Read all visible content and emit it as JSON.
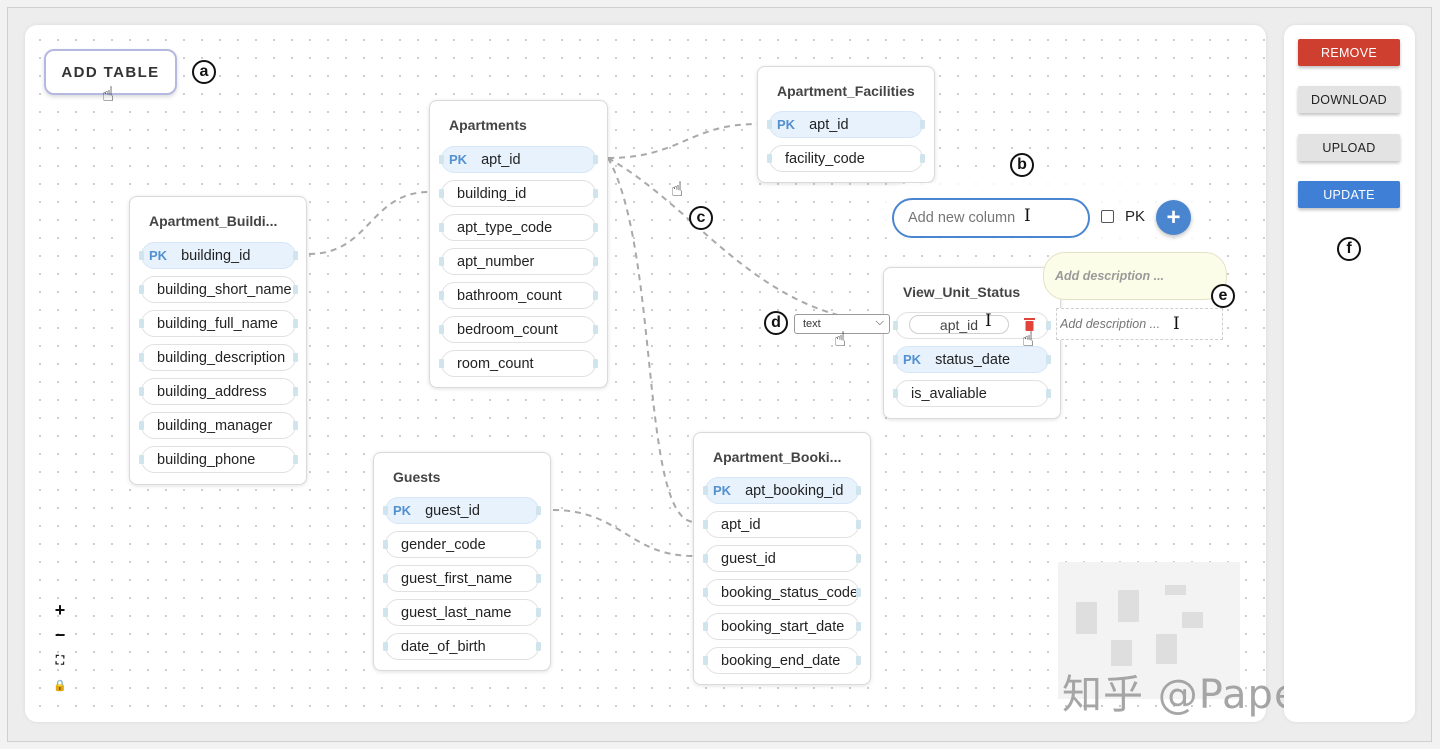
{
  "toolbar": {
    "add_table_label": "ADD TABLE",
    "remove_label": "REMOVE",
    "download_label": "DOWNLOAD",
    "upload_label": "UPLOAD",
    "update_label": "UPDATE"
  },
  "callouts": {
    "a": "a",
    "b": "b",
    "c": "c",
    "d": "d",
    "e": "e",
    "f": "f"
  },
  "tables": [
    {
      "name": "Apartments",
      "columns": [
        {
          "name": "apt_id",
          "pk": true
        },
        {
          "name": "building_id",
          "pk": false
        },
        {
          "name": "apt_type_code",
          "pk": false
        },
        {
          "name": "apt_number",
          "pk": false
        },
        {
          "name": "bathroom_count",
          "pk": false
        },
        {
          "name": "bedroom_count",
          "pk": false
        },
        {
          "name": "room_count",
          "pk": false
        }
      ]
    },
    {
      "name": "Apartment_Facilities",
      "columns": [
        {
          "name": "apt_id",
          "pk": true
        },
        {
          "name": "facility_code",
          "pk": false
        }
      ]
    },
    {
      "name": "Apartment_Buildi...",
      "columns": [
        {
          "name": "building_id",
          "pk": true
        },
        {
          "name": "building_short_name",
          "pk": false
        },
        {
          "name": "building_full_name",
          "pk": false
        },
        {
          "name": "building_description",
          "pk": false
        },
        {
          "name": "building_address",
          "pk": false
        },
        {
          "name": "building_manager",
          "pk": false
        },
        {
          "name": "building_phone",
          "pk": false
        }
      ]
    },
    {
      "name": "View_Unit_Status",
      "columns": [
        {
          "name": "apt_id",
          "pk": false
        },
        {
          "name": "status_date",
          "pk": true
        },
        {
          "name": "is_avaliable",
          "pk": false
        }
      ]
    },
    {
      "name": "Guests",
      "columns": [
        {
          "name": "guest_id",
          "pk": true
        },
        {
          "name": "gender_code",
          "pk": false
        },
        {
          "name": "guest_first_name",
          "pk": false
        },
        {
          "name": "guest_last_name",
          "pk": false
        },
        {
          "name": "date_of_birth",
          "pk": false
        }
      ]
    },
    {
      "name": "Apartment_Booki...",
      "columns": [
        {
          "name": "apt_booking_id",
          "pk": true
        },
        {
          "name": "apt_id",
          "pk": false
        },
        {
          "name": "guest_id",
          "pk": false
        },
        {
          "name": "booking_status_code",
          "pk": false
        },
        {
          "name": "booking_start_date",
          "pk": false
        },
        {
          "name": "booking_end_date",
          "pk": false
        }
      ]
    }
  ],
  "pk_badge": "PK",
  "new_column": {
    "placeholder": "Add new column",
    "pk_label": "PK",
    "add_symbol": "+"
  },
  "description": {
    "bubble_text": "Add description ...",
    "input_placeholder": "Add description ..."
  },
  "column_editor": {
    "type_value": "text",
    "name_value": "apt_id"
  },
  "zoom": {
    "in": "+",
    "out": "−",
    "fit": "⛶",
    "lock": "🔒"
  },
  "watermark": "知乎 @Paper易论",
  "colors": {
    "accent": "#4a86d0",
    "remove": "#cf3f30",
    "pk_bg": "#e7f2fd",
    "edge": "#a9a9a9"
  }
}
